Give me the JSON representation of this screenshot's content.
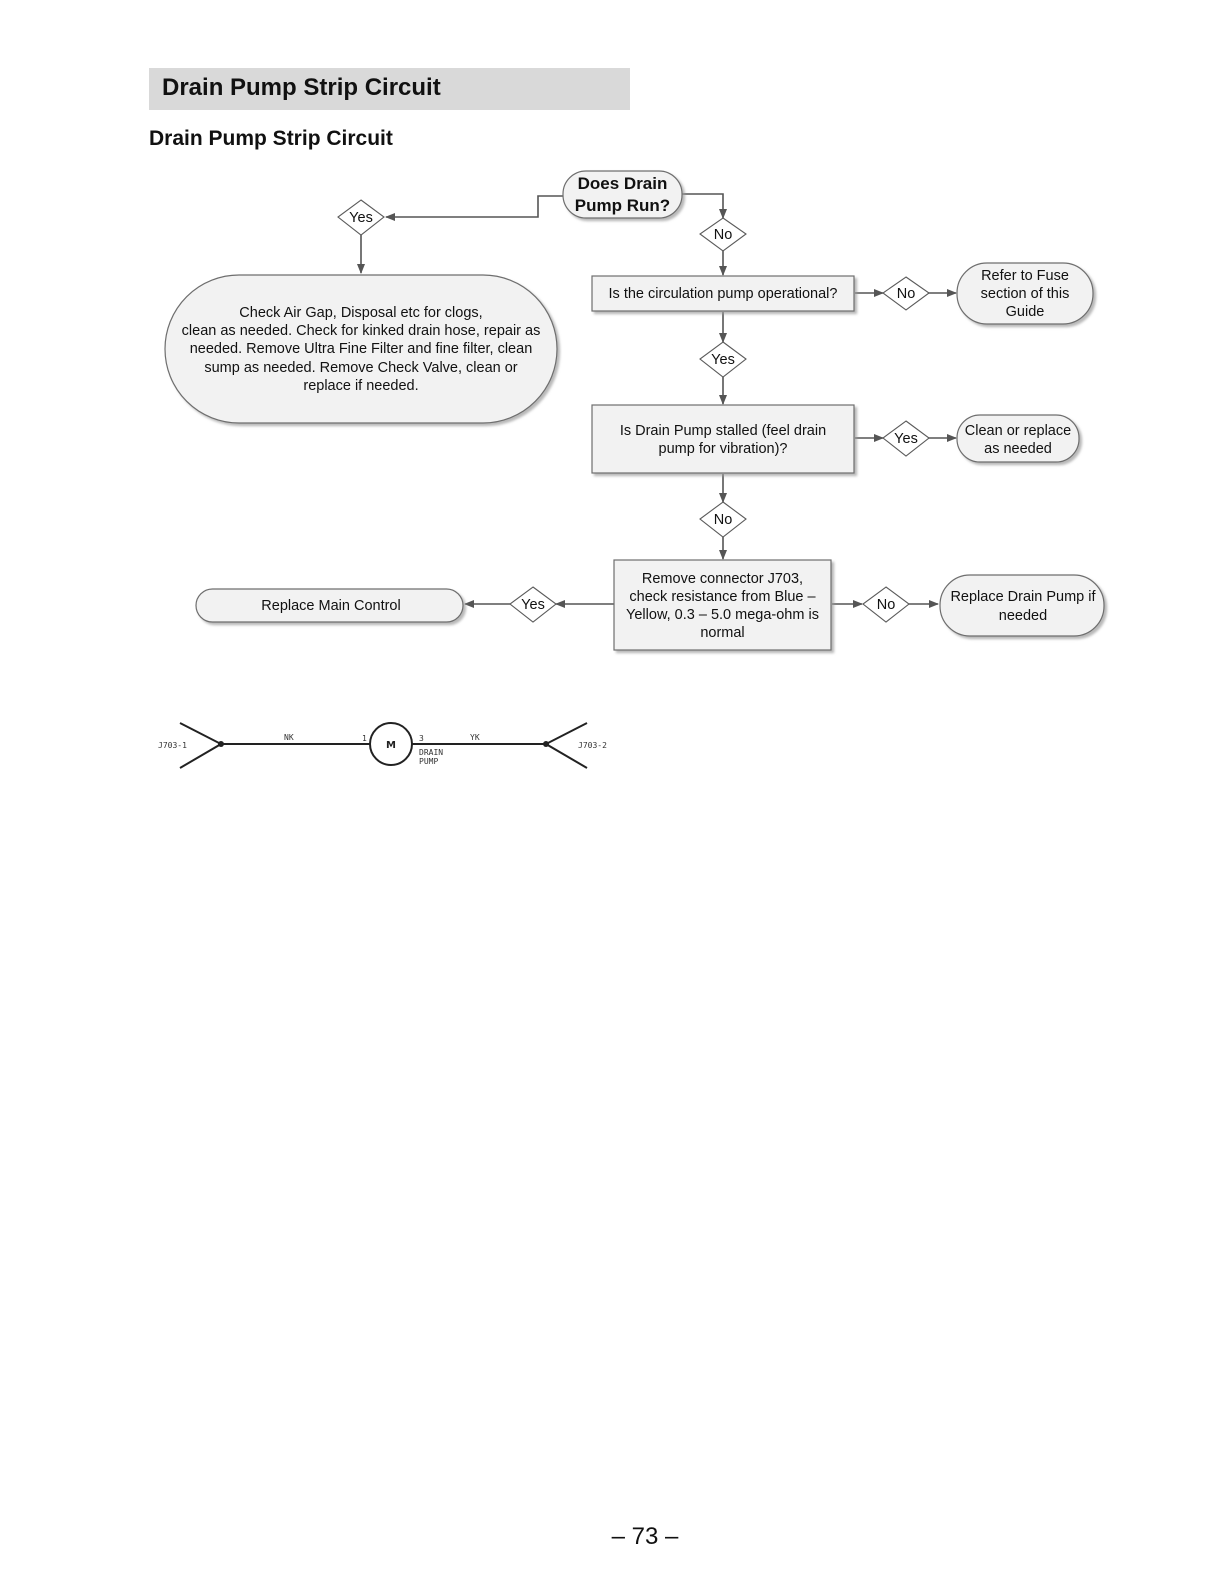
{
  "page": {
    "section_title": "Drain Pump Strip Circuit",
    "subtitle": "Drain Pump Strip Circuit",
    "page_number": "– 73 –"
  },
  "flowchart": {
    "start": [
      "Does Drain",
      "Pump Run?"
    ],
    "yes": "Yes",
    "no": "No",
    "check_air_gap": [
      "Check Air Gap, Disposal etc for clogs,",
      "clean as needed. Check for kinked drain hose, repair as",
      "needed. Remove Ultra Fine Filter and fine filter, clean",
      "sump as needed. Remove  Check Valve, clean or",
      "replace if needed."
    ],
    "circulation_pump": "Is the circulation pump operational?",
    "refer_to_fuse": [
      "Refer to Fuse",
      "section of this",
      "Guide"
    ],
    "drain_pump_stalled": [
      "Is Drain Pump stalled (feel drain",
      "pump for vibration)?"
    ],
    "clean_or_replace": [
      "Clean or replace",
      "as needed"
    ],
    "remove_connector": [
      "Remove connector J703,",
      "check resistance from Blue  –",
      "Yellow, 0.3 – 5.0 mega-ohm is",
      "normal"
    ],
    "replace_main_control": "Replace Main Control",
    "replace_drain_pump": [
      "Replace Drain Pump if",
      "needed"
    ]
  },
  "schematic": {
    "left_connector": "J703-1",
    "right_connector": "J703-2",
    "left_wire": "NK",
    "right_wire": "YK",
    "motor_symbol": "M",
    "pin_left": "1",
    "pin_right": "3",
    "motor_label": [
      "DRAIN",
      "PUMP"
    ]
  }
}
